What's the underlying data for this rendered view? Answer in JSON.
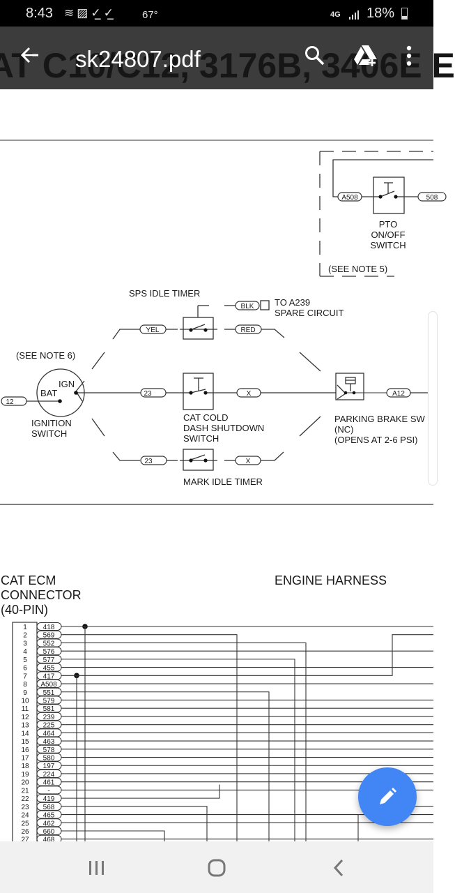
{
  "status_bar": {
    "time": "8:43",
    "notification_icons": [
      "wifi-icon",
      "image-icon",
      "check-download-icon",
      "check-download-icon"
    ],
    "temperature": "67°",
    "network": "4G",
    "battery_percent": "18%"
  },
  "app_bar": {
    "title": "sk24807.pdf",
    "background_document_text": "AT C10/C12, 3176B, 3406E E",
    "actions": [
      "back",
      "search",
      "add-to-drive",
      "more-options"
    ]
  },
  "diagram": {
    "pto": {
      "title_lines": [
        "PTO",
        "ON/OFF",
        "SWITCH"
      ],
      "note": "(SEE NOTE 5)",
      "wire_in": "A508",
      "wire_out": "508"
    },
    "sps_idle_timer": {
      "title": "SPS IDLE TIMER",
      "wire_in": "YEL",
      "wire_out": "RED",
      "wire_aux": "BLK",
      "aux_note_lines": [
        "TO A239",
        "SPARE CIRCUIT"
      ]
    },
    "ignition_switch": {
      "note": "(SEE NOTE 6)",
      "terminal_ign": "IGN",
      "terminal_bat": "BAT",
      "label_lines": [
        "IGNITION",
        "SWITCH"
      ],
      "wire_in": "12"
    },
    "cat_cold_switch": {
      "wire_in": "23",
      "wire_out": "X",
      "label_lines": [
        "CAT COLD",
        "DASH SHUTDOWN",
        "SWITCH"
      ]
    },
    "parking_brake": {
      "wire_out": "A12",
      "label_lines": [
        "PARKING BRAKE SW",
        "(NC)",
        "(OPENS AT 2-6 PSI)"
      ]
    },
    "mark_idle_timer": {
      "title": "MARK IDLE TIMER",
      "wire_in": "23",
      "wire_out": "X"
    },
    "ecm_connector": {
      "title_lines": [
        "CAT ECM",
        "CONNECTOR",
        "(40-PIN)"
      ],
      "harness_title": "ENGINE HARNESS",
      "pins": [
        {
          "pin": "1",
          "wire": "418"
        },
        {
          "pin": "2",
          "wire": "569"
        },
        {
          "pin": "3",
          "wire": "552"
        },
        {
          "pin": "4",
          "wire": "576"
        },
        {
          "pin": "5",
          "wire": "577"
        },
        {
          "pin": "6",
          "wire": "455"
        },
        {
          "pin": "7",
          "wire": "417"
        },
        {
          "pin": "8",
          "wire": "A508"
        },
        {
          "pin": "9",
          "wire": "551"
        },
        {
          "pin": "10",
          "wire": "579"
        },
        {
          "pin": "11",
          "wire": "581"
        },
        {
          "pin": "12",
          "wire": "239"
        },
        {
          "pin": "13",
          "wire": "225"
        },
        {
          "pin": "14",
          "wire": "464"
        },
        {
          "pin": "15",
          "wire": "463"
        },
        {
          "pin": "16",
          "wire": "578"
        },
        {
          "pin": "17",
          "wire": "580"
        },
        {
          "pin": "18",
          "wire": "197"
        },
        {
          "pin": "19",
          "wire": "224"
        },
        {
          "pin": "20",
          "wire": "461"
        },
        {
          "pin": "21",
          "wire": "-"
        },
        {
          "pin": "22",
          "wire": "419"
        },
        {
          "pin": "23",
          "wire": "568"
        },
        {
          "pin": "24",
          "wire": "465"
        },
        {
          "pin": "25",
          "wire": "462"
        },
        {
          "pin": "26",
          "wire": "660"
        },
        {
          "pin": "27",
          "wire": "468"
        }
      ]
    }
  },
  "fab": {
    "icon": "pencil-icon",
    "action": "edit"
  },
  "nav_bar": {
    "buttons": [
      "recents",
      "home",
      "back"
    ]
  }
}
